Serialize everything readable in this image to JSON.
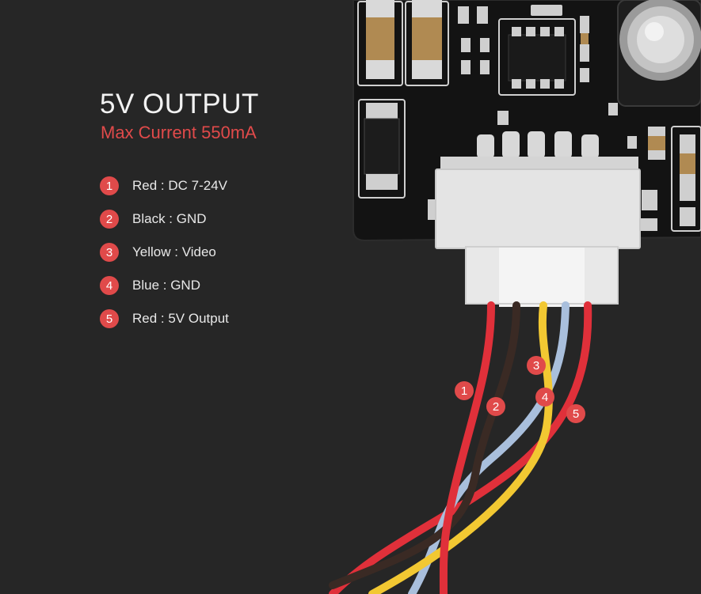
{
  "header": {
    "title": "5V OUTPUT",
    "subtitle": "Max Current 550mA"
  },
  "pins": [
    {
      "number": "1",
      "label": "Red : DC 7-24V"
    },
    {
      "number": "2",
      "label": "Black : GND"
    },
    {
      "number": "3",
      "label": "Yellow : Video"
    },
    {
      "number": "4",
      "label": "Blue : GND"
    },
    {
      "number": "5",
      "label": "Red : 5V Output"
    }
  ],
  "wire_callouts": [
    "1",
    "2",
    "3",
    "4",
    "5"
  ],
  "colors": {
    "background": "#262626",
    "accent": "#e04a4a",
    "pcb": "#141414",
    "connector": "#e6e6e6",
    "wire_red": "#e0303a",
    "wire_black": "#3a2a24",
    "wire_yellow": "#f2c832",
    "wire_blue": "#a9bfdc"
  }
}
